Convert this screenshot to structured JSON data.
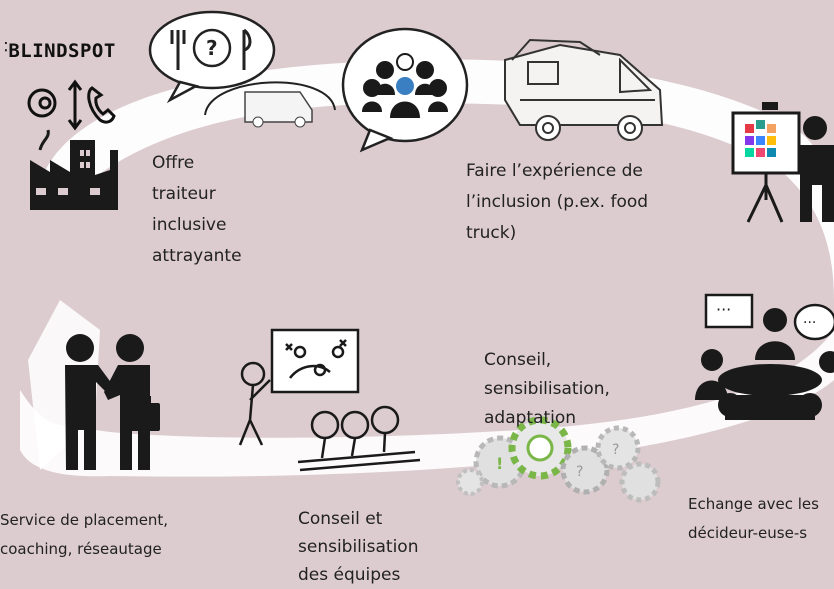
{
  "brand": {
    "logo_text": "BLINDSPOT"
  },
  "steps": {
    "offre": "Offre\ntraiteur\ninclusive\nattrayante",
    "experience": "Faire l’expérience de\nl’inclusion (p.ex. food\ntruck)",
    "echange": "Echange avec les\ndécideur-euse-s",
    "conseil_adaptation": "Conseil,\nsensibilisation,\nadaptation",
    "conseil_equipes": "Conseil et\nsensibilisation\ndes équipes",
    "placement": "Service de placement,\ncoaching, réseautage"
  },
  "colors": {
    "background": "#dcccd0",
    "flow": "#ffffff",
    "ink": "#1a1a1a",
    "accent_blue": "#3a7fc1"
  }
}
